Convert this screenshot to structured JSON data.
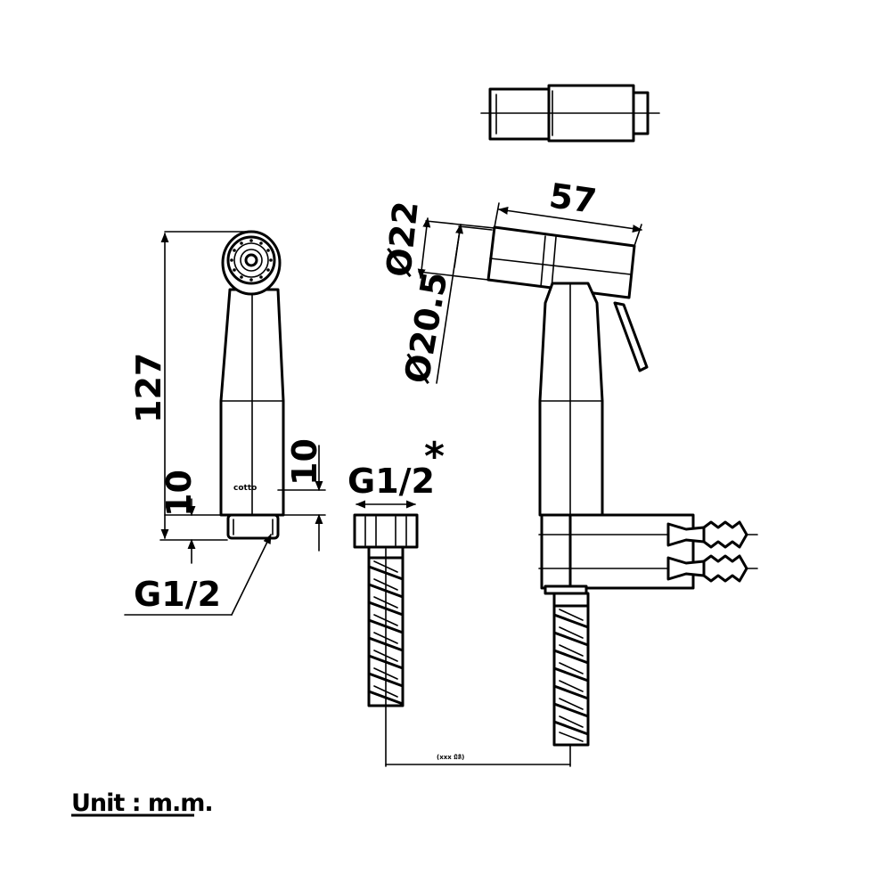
{
  "diagram": {
    "dimensions": {
      "height": "127",
      "nozzle_length": "10",
      "base_height": "10",
      "head_diameter": "Ø22",
      "neck_diameter": "Ø20.5",
      "head_length": "57"
    },
    "threads": {
      "spray_thread": "G1/2",
      "hose_thread": "G1/2"
    },
    "note_mark": "*",
    "hose_length_label": "(ххх มิลิ)",
    "logo_text": "cotto",
    "unit_label": "Unit : m.m."
  }
}
